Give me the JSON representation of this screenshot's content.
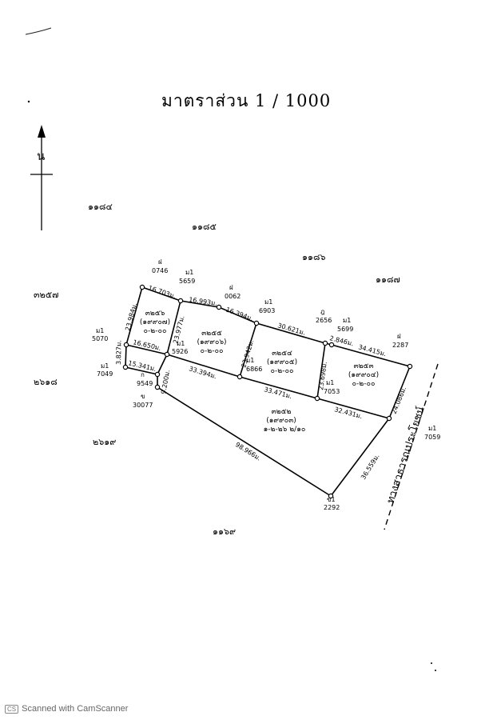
{
  "scale_title": "มาตราส่วน 1 / 1000",
  "north_label": "น",
  "neighbors": [
    "๑๑๘๔",
    "๑๑๘๕",
    "๑๑๘๖",
    "๑๑๘๗",
    "๓๒๕๗",
    "๒๖๑๘",
    "๒๖๑๙",
    "๑๑๖๙"
  ],
  "road_label": "ทางสาธารณประโยชน์",
  "markers": [
    {
      "prefix": "ฝ",
      "num": "0746"
    },
    {
      "prefix": "ม1",
      "num": "5659"
    },
    {
      "prefix": "ฝ",
      "num": "0062"
    },
    {
      "prefix": "ม1",
      "num": "6903"
    },
    {
      "prefix": "ฎ",
      "num": "2656"
    },
    {
      "prefix": "ม1",
      "num": "5699"
    },
    {
      "prefix": "ฝ",
      "num": "2287"
    },
    {
      "prefix": "ม1",
      "num": "5070"
    },
    {
      "prefix": "ม1",
      "num": "5926"
    },
    {
      "prefix": "ม1",
      "num": "7049"
    },
    {
      "prefix": "ก",
      "num": "9549"
    },
    {
      "prefix": "ม1",
      "num": "6866"
    },
    {
      "prefix": "ม1",
      "num": "7053"
    },
    {
      "prefix": "ข",
      "num": "30077"
    },
    {
      "prefix": "ม1",
      "num": "7059"
    },
    {
      "prefix": "ข1",
      "num": "2292"
    }
  ],
  "measurements": [
    "16.703ม.",
    "16.993ม.",
    "16.394ม.",
    "30.621ม.",
    "2.846ม.",
    "34.415ม.",
    "23.984ม.",
    "23.977ม.",
    "23.942ม.",
    "23.698ม.",
    "24.086ม.",
    "3.827ม.",
    "16.650ม.",
    "15.341ม.",
    "9.200ม.",
    "33.394ม.",
    "33.471ม.",
    "32.431ม.",
    "36.559ม.",
    "98.966ม."
  ],
  "parcels": [
    {
      "id": "๓๒๕๖",
      "sub": "(๑๙๙๐๗)",
      "area": "๐-๒-๐๐"
    },
    {
      "id": "๓๒๕๕",
      "sub": "(๑๙๙๐๖)",
      "area": "๐-๒-๐๐"
    },
    {
      "id": "๓๒๕๔",
      "sub": "(๑๙๙๐๕)",
      "area": "๐-๒-๐๐"
    },
    {
      "id": "๓๒๕๓",
      "sub": "(๑๙๙๐๔)",
      "area": "๐-๒-๐๐"
    },
    {
      "id": "๓๒๕๒",
      "sub": "(๑๙๙๐๓)",
      "area": "๑-๒-๒๖ ๒/๑๐"
    }
  ],
  "footer": {
    "badge": "CS",
    "text": "Scanned with CamScanner"
  }
}
